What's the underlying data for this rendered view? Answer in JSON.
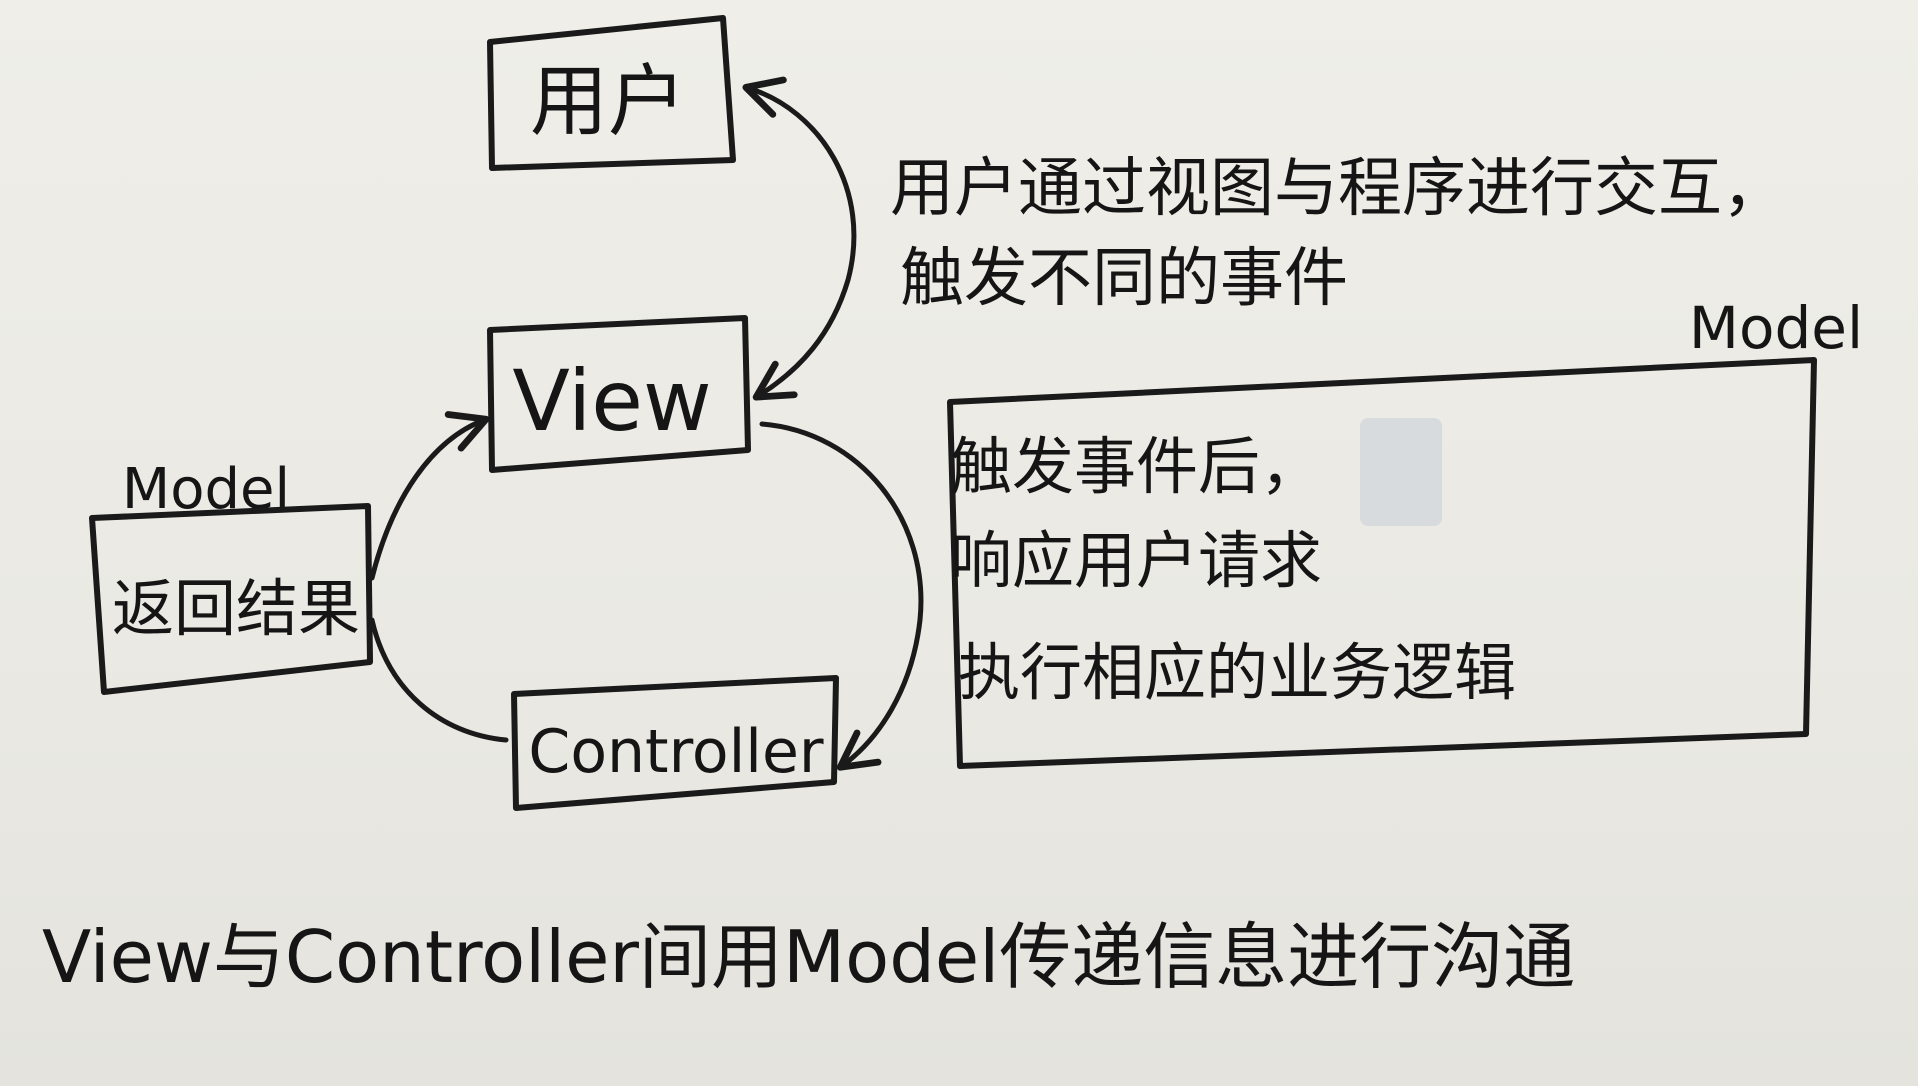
{
  "nodes": {
    "user": "用户",
    "view": "View",
    "controller": "Controller",
    "model_left_label": "Model",
    "model_left_box": "返回结果",
    "model_right_label": "Model"
  },
  "notes": {
    "user_view_line1": "用户通过视图与程序进行交互，",
    "user_view_line2": "触发不同的事件",
    "model_right_line1": "触发事件后，",
    "model_right_line2": "响应用户请求",
    "model_right_line3": "执行相应的业务逻辑"
  },
  "footer": "View与Controller间用Model传递信息进行沟通"
}
